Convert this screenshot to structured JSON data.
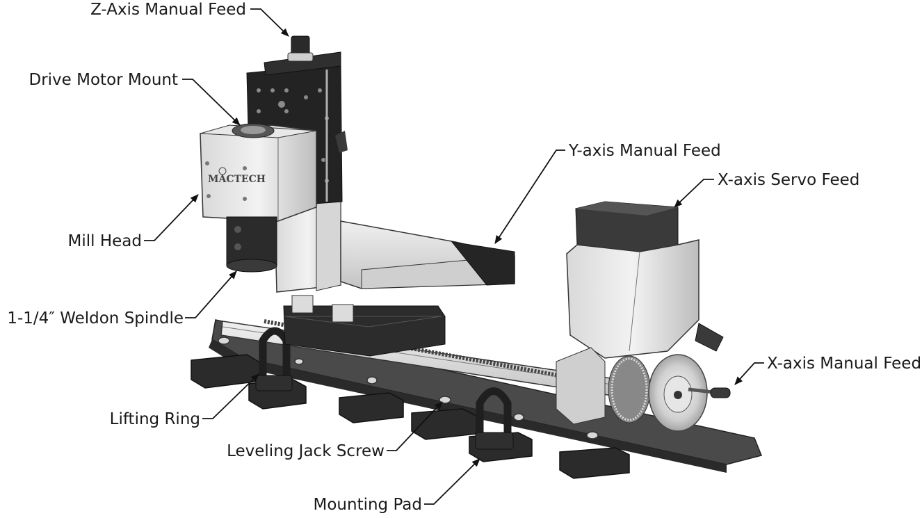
{
  "brand": {
    "logo_text": "MACTECH"
  },
  "callouts": {
    "z_axis_manual_feed": "Z-Axis Manual Feed",
    "drive_motor_mount": "Drive Motor Mount",
    "mill_head": "Mill Head",
    "weldon_spindle": "1-1/4″ Weldon Spindle",
    "y_axis_manual_feed": "Y-axis Manual Feed",
    "x_axis_servo_feed": "X-axis Servo Feed",
    "x_axis_manual_feed": "X-axis Manual Feed",
    "lifting_ring": "Lifting Ring",
    "leveling_jack_screw": "Leveling Jack Screw",
    "mounting_pad": "Mounting Pad"
  }
}
